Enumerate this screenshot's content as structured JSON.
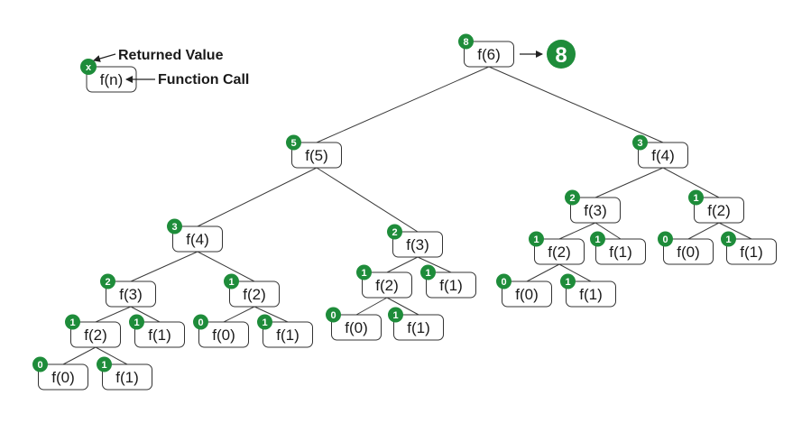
{
  "legend": {
    "returned_value_label": "Returned Value",
    "function_call_label": "Function Call",
    "sample_badge": "x",
    "sample_call": "f(n)"
  },
  "result": {
    "value": "8",
    "color": "#1e8c3a"
  },
  "badge_color": "#1e8c3a",
  "tree": {
    "call": "f(6)",
    "ret": "8",
    "children": [
      {
        "call": "f(5)",
        "ret": "5",
        "children": [
          {
            "call": "f(4)",
            "ret": "3",
            "children": [
              {
                "call": "f(3)",
                "ret": "2",
                "children": [
                  {
                    "call": "f(2)",
                    "ret": "1",
                    "children": [
                      {
                        "call": "f(0)",
                        "ret": "0",
                        "children": []
                      },
                      {
                        "call": "f(1)",
                        "ret": "1",
                        "children": []
                      }
                    ]
                  },
                  {
                    "call": "f(1)",
                    "ret": "1",
                    "children": []
                  }
                ]
              },
              {
                "call": "f(2)",
                "ret": "1",
                "children": [
                  {
                    "call": "f(0)",
                    "ret": "0",
                    "children": []
                  },
                  {
                    "call": "f(1)",
                    "ret": "1",
                    "children": []
                  }
                ]
              }
            ]
          },
          {
            "call": "f(3)",
            "ret": "2",
            "children": [
              {
                "call": "f(2)",
                "ret": "1",
                "children": [
                  {
                    "call": "f(0)",
                    "ret": "0",
                    "children": []
                  },
                  {
                    "call": "f(1)",
                    "ret": "1",
                    "children": []
                  }
                ]
              },
              {
                "call": "f(1)",
                "ret": "1",
                "children": []
              }
            ]
          }
        ]
      },
      {
        "call": "f(4)",
        "ret": "3",
        "children": [
          {
            "call": "f(3)",
            "ret": "2",
            "children": [
              {
                "call": "f(2)",
                "ret": "1",
                "children": [
                  {
                    "call": "f(0)",
                    "ret": "0",
                    "children": []
                  },
                  {
                    "call": "f(1)",
                    "ret": "1",
                    "children": []
                  }
                ]
              },
              {
                "call": "f(1)",
                "ret": "1",
                "children": []
              }
            ]
          },
          {
            "call": "f(2)",
            "ret": "1",
            "children": [
              {
                "call": "f(0)",
                "ret": "0",
                "children": []
              },
              {
                "call": "f(1)",
                "ret": "1",
                "children": []
              }
            ]
          }
        ]
      }
    ]
  }
}
